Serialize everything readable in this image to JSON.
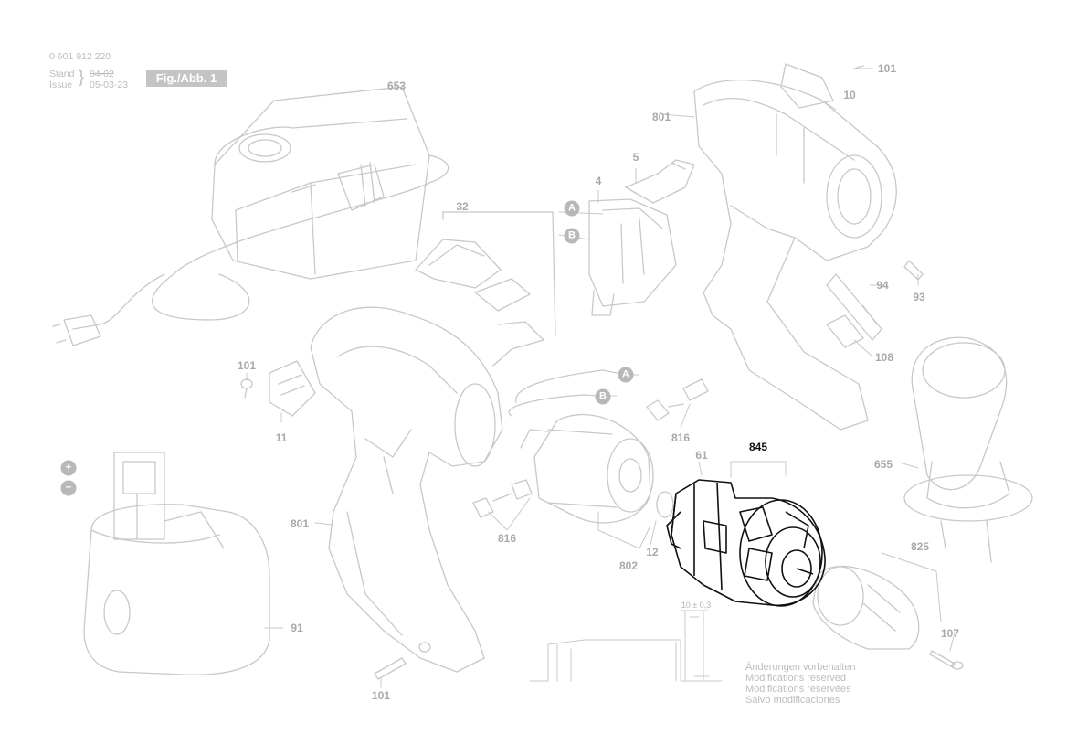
{
  "header": {
    "part_number": "0 601 912 220",
    "stand_label": "Stand",
    "issue_label": "Issue",
    "stand_date_old": "04-02",
    "issue_date": "05-03-23",
    "figure_label": "Fig./Abb. 1"
  },
  "notes": {
    "line1": "Änderungen vorbehalten",
    "line2": "Modifications reserved",
    "line3": "Modifications reservées",
    "line4": "Salvo modificaciones"
  },
  "dimension": {
    "label": "10 ± 0,3"
  },
  "callouts": {
    "c101a": "101",
    "c10": "10",
    "c801a": "801",
    "c653": "653",
    "c5": "5",
    "c4": "4",
    "c32": "32",
    "c94": "94",
    "c93": "93",
    "c108": "108",
    "c101b": "101",
    "c11": "11",
    "c816a": "816",
    "c816b": "816",
    "c61": "61",
    "c845": "845",
    "c655": "655",
    "c801b": "801",
    "c12": "12",
    "c802": "802",
    "c825": "825",
    "c91": "91",
    "c107": "107",
    "c101c": "101"
  },
  "connectors": {
    "a1": "A",
    "b1": "B",
    "a2": "A",
    "b2": "B"
  },
  "symbols": {
    "plus": "+",
    "minus": "−"
  },
  "colors": {
    "line": "#c8c8c8",
    "label": "#a9a9a9",
    "highlight": "#111111"
  }
}
